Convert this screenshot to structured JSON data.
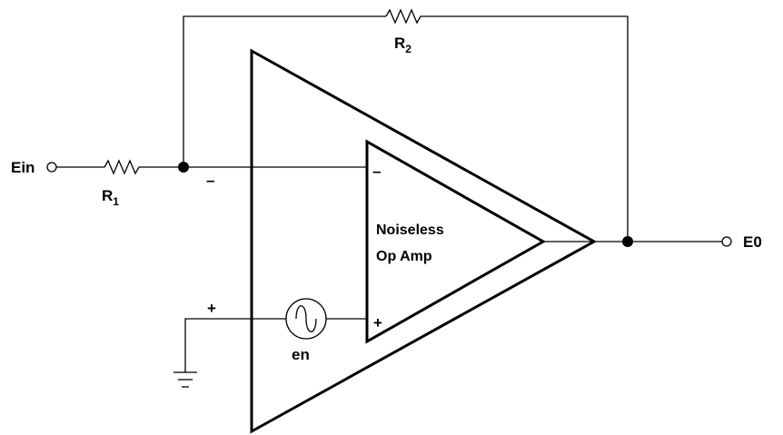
{
  "labels": {
    "input": "Ein",
    "output": "E0",
    "r1": {
      "main": "R",
      "sub": "1"
    },
    "r2": {
      "main": "R",
      "sub": "2"
    },
    "noise_source": "en",
    "inner_opamp_line1": "Noiseless",
    "inner_opamp_line2": "Op Amp",
    "outer_minus": "–",
    "outer_plus": "+",
    "inner_minus": "–",
    "inner_plus": "+"
  }
}
